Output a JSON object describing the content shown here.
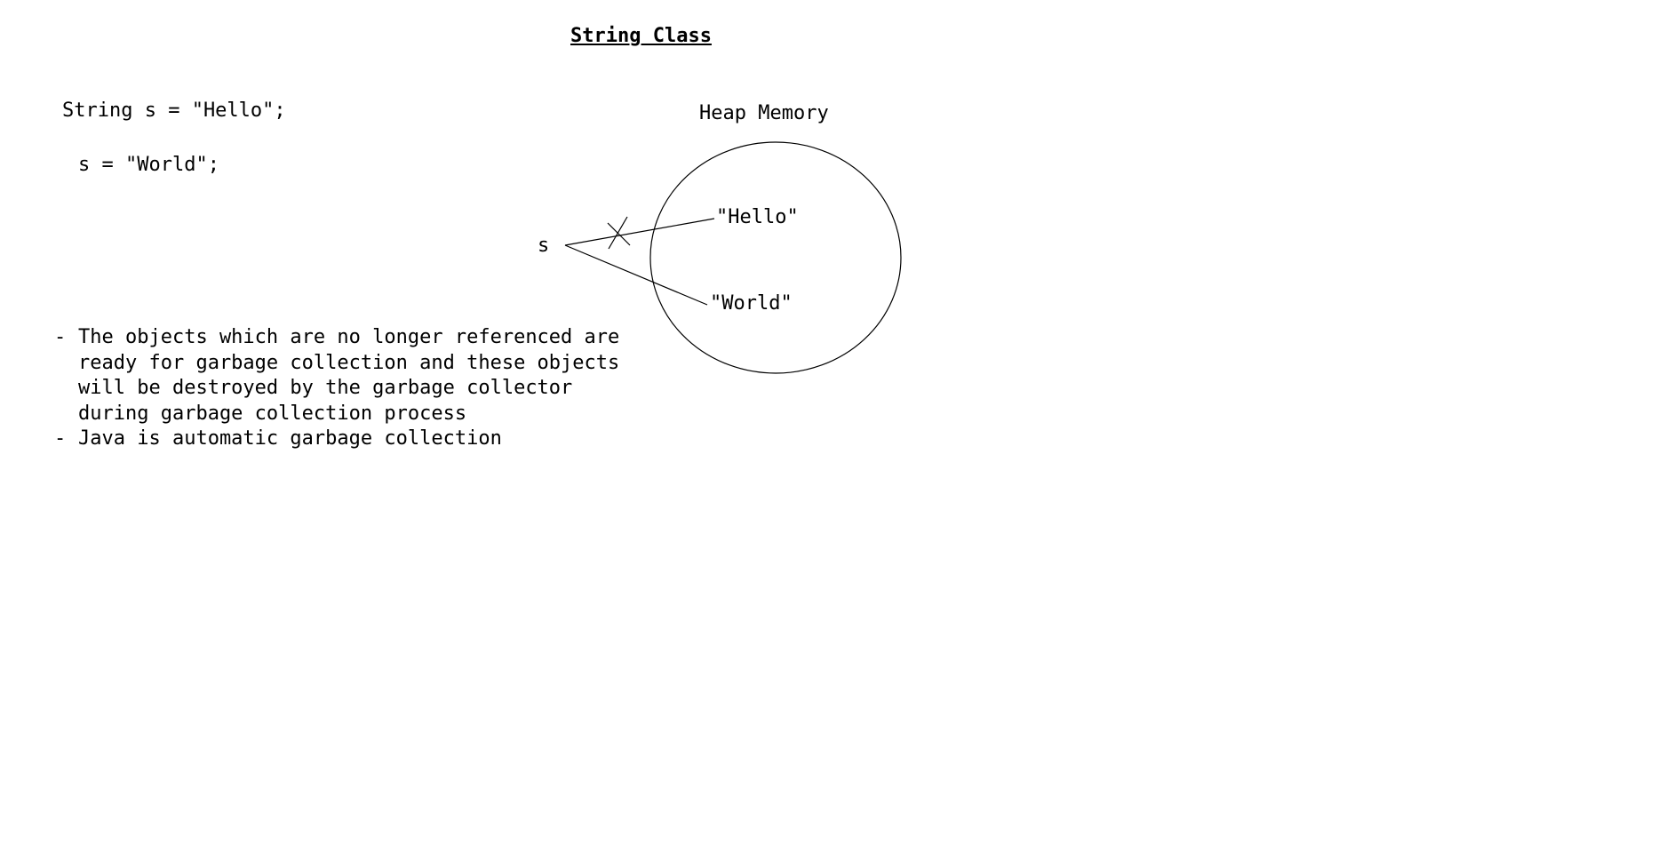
{
  "page": {
    "title": "String Class"
  },
  "code": {
    "line1": "String s = \"Hello\";",
    "line2": "s = \"World\";"
  },
  "diagram": {
    "heap_label": "Heap Memory",
    "variable": "s",
    "objects": {
      "hello": "\"Hello\"",
      "world": "\"World\""
    },
    "old_reference_crossed": true
  },
  "notes": {
    "bullet": "-",
    "items": [
      {
        "lines": [
          "The objects which are no longer referenced are",
          "ready for garbage collection and these objects",
          "will be destroyed by the garbage collector",
          "during garbage collection process"
        ]
      },
      {
        "lines": [
          "Java is automatic garbage collection"
        ]
      }
    ]
  }
}
